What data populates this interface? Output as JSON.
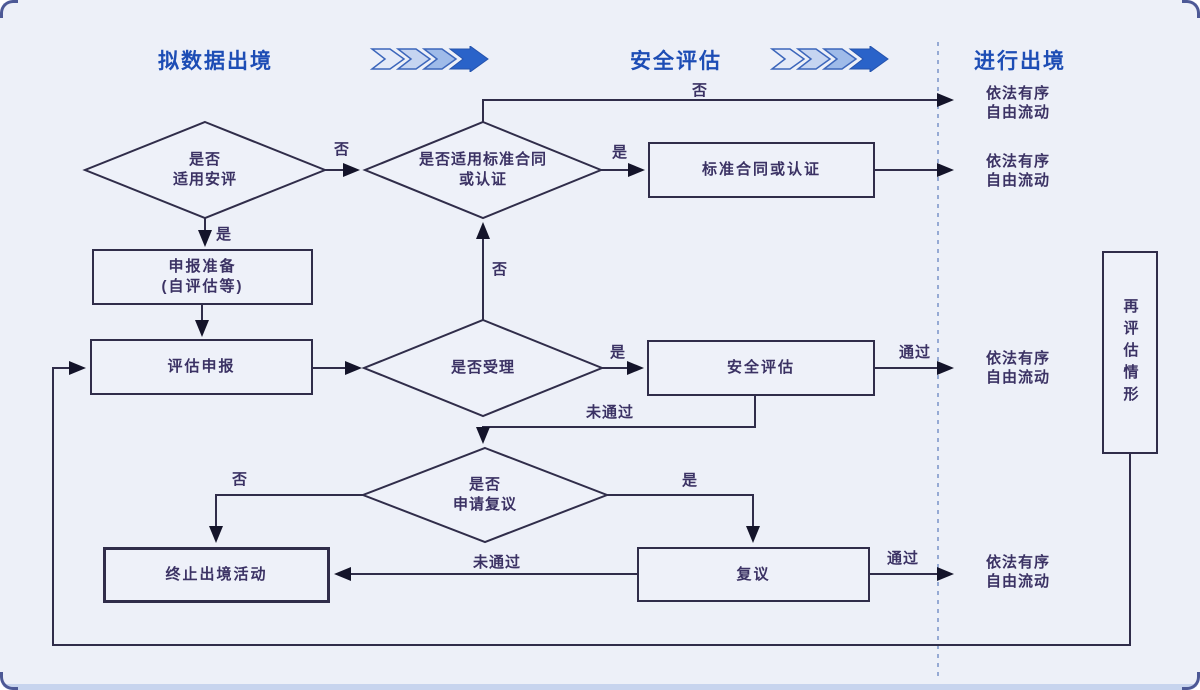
{
  "page": {
    "background": "#edf0f8",
    "accent_blue": "#1d4db5",
    "line_color": "#302d4a",
    "text_color": "#3b3264"
  },
  "headers": {
    "stage1": "拟数据出境",
    "stage2": "安全评估",
    "stage3": "进行出境"
  },
  "nodes": {
    "decision_apply_assessment": {
      "line1": "是否",
      "line2": "适用安评"
    },
    "decision_standard_contract": {
      "line1": "是否适用标准合同",
      "line2": "或认证"
    },
    "decision_accepted": {
      "line1": "是否受理"
    },
    "decision_reconsideration": {
      "line1": "是否",
      "line2": "申请复议"
    },
    "process_prepare": {
      "line1": "申报准备",
      "line2": "(自评估等)"
    },
    "process_declare": {
      "label": "评估申报"
    },
    "process_contract_cert": {
      "label": "标准合同或认证"
    },
    "process_security_assessment": {
      "label": "安全评估"
    },
    "process_reconsider": {
      "label": "复议"
    },
    "process_terminate": {
      "label": "终止出境活动"
    },
    "process_reassessment": {
      "label": "再评估情形"
    }
  },
  "edge_labels": {
    "d1_yes": "是",
    "d1_no": "否",
    "d2_yes": "是",
    "d2_no": "否",
    "d3_yes": "是",
    "d3_no": "否",
    "assessment_pass": "通过",
    "assessment_fail": "未通过",
    "d4_yes": "是",
    "d4_no": "否",
    "reconsider_pass": "通过",
    "reconsider_fail": "未通过"
  },
  "outcomes": {
    "o1": {
      "line1": "依法有序",
      "line2": "自由流动"
    },
    "o2": {
      "line1": "依法有序",
      "line2": "自由流动"
    },
    "o3": {
      "line1": "依法有序",
      "line2": "自由流动"
    },
    "o4": {
      "line1": "依法有序",
      "line2": "自由流动"
    }
  }
}
